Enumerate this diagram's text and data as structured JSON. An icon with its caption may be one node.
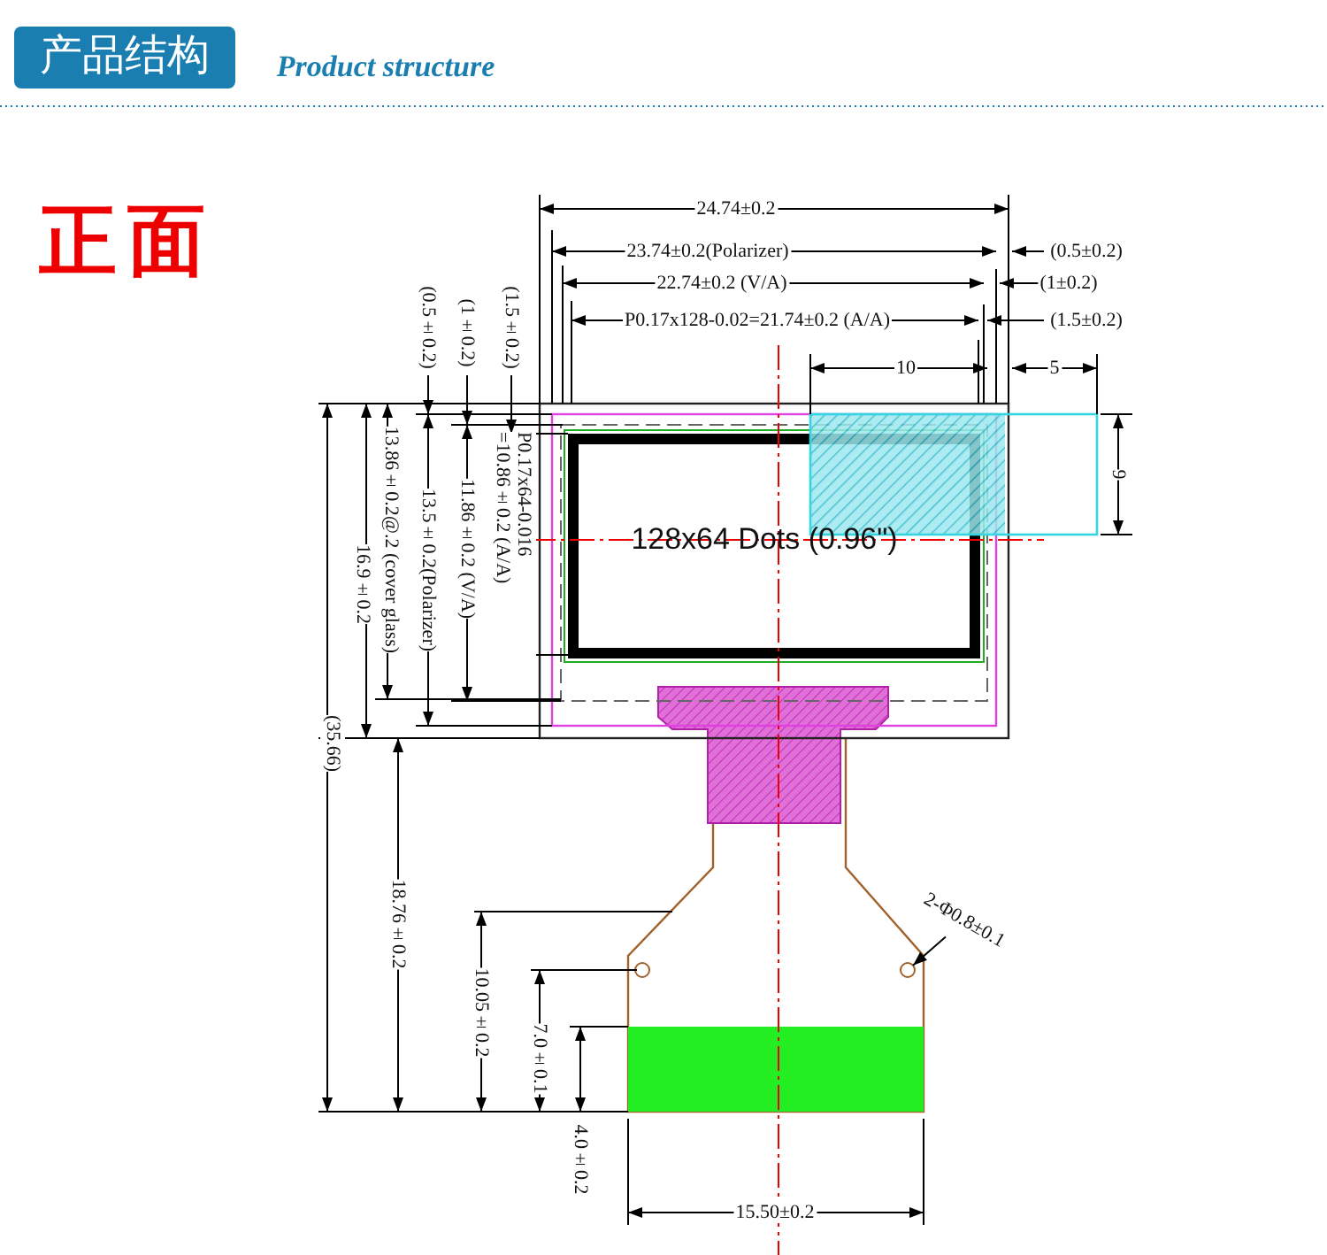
{
  "diagram": {
    "title": "产品结构",
    "nodes": [
      {
        "text": [
          "128x64 Dots (0.96\")"
        ]
      },
      {
        "text": [
          "2-Φ0.8±0.1"
        ]
      },
      {
        "text": [],
        "shape": "circle"
      }
    ],
    "edges": [
      {
        "from": 1,
        "to": 2,
        "arrow": "to"
      }
    ],
    "labels": [
      "Product structure",
      "正面",
      "24.74±0.2",
      "23.74±0.2(Polarizer)",
      "(0.5±0.2)",
      "22.74±0.2 (V/A)",
      "(1±0.2)",
      "P0.17x128-0.02=21.74±0.2 (A/A)",
      "(1.5±0.2)",
      "10",
      "5",
      "(0.5±0.2)",
      "(1±0.2)",
      "(1.5±0.2)",
      "13.86±0.2@.2 (cover glass)",
      "16.9±0.2",
      "13.5±0.2(Polarizer)",
      "11.86±0.2 (V/A)",
      "P0.17x64-0.016 =10.86±0.2 (A/A)",
      "9",
      "(35.66)",
      "18.76±0.2",
      "10.05±0.2",
      "7.0±0.1",
      "4.0±0.2",
      "15.50±0.2"
    ]
  }
}
